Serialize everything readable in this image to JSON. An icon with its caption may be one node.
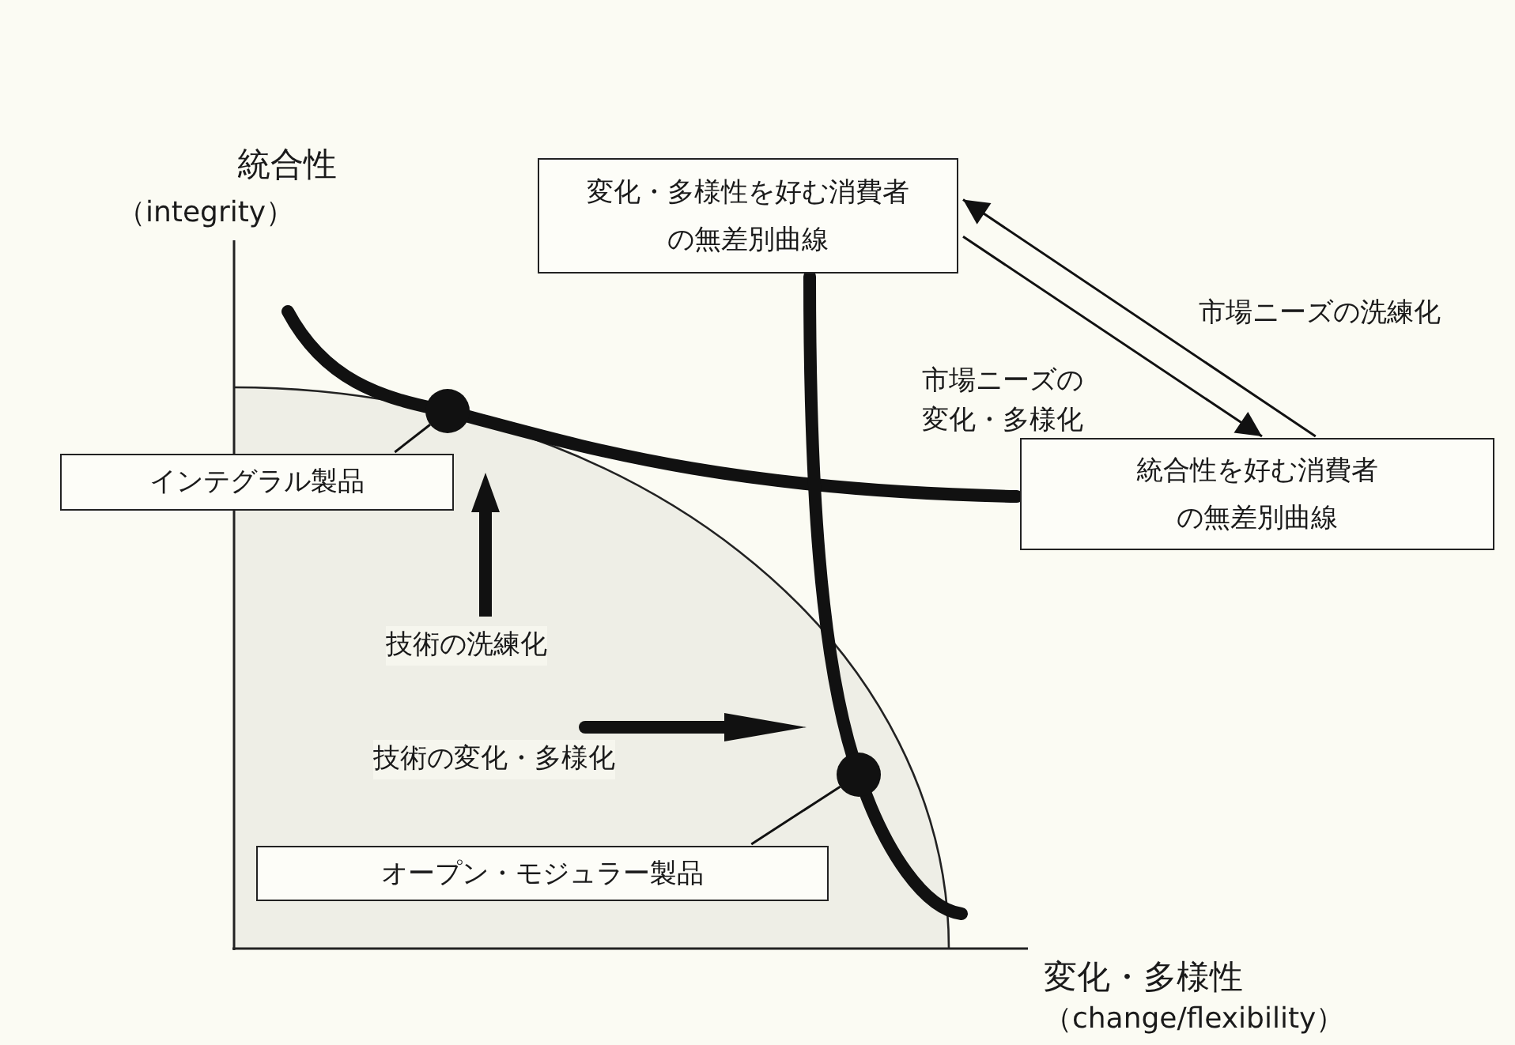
{
  "diagram": {
    "nodes": [
      {
        "text": [
          "変化・多様性を好む消費者の無差別曲線"
        ]
      },
      {
        "text": [],
        "shape": "circle"
      },
      {
        "text": [
          "インテグラル製品"
        ]
      },
      {
        "text": [
          "統合性を好む消費者の無差別曲線"
        ]
      },
      {
        "text": [],
        "shape": "circle"
      },
      {
        "text": [
          "オープン・モジュラー製品"
        ]
      }
    ],
    "edges": [
      {
        "from": 2,
        "to": 1,
        "arrow": "none"
      },
      {
        "from": 5,
        "to": 4,
        "arrow": "none"
      },
      {
        "from": 0,
        "to": 3,
        "arrow": "to",
        "label": "市場ニーズの変化・多様化"
      },
      {
        "from": 3,
        "to": 0,
        "arrow": "to",
        "label": "市場ニーズの洗練化"
      }
    ],
    "labels": [
      "統合性",
      "（integrity）",
      "技術の洗練化",
      "技術の変化・多様化",
      "変化・多様性",
      "（change/flexibility）"
    ]
  }
}
